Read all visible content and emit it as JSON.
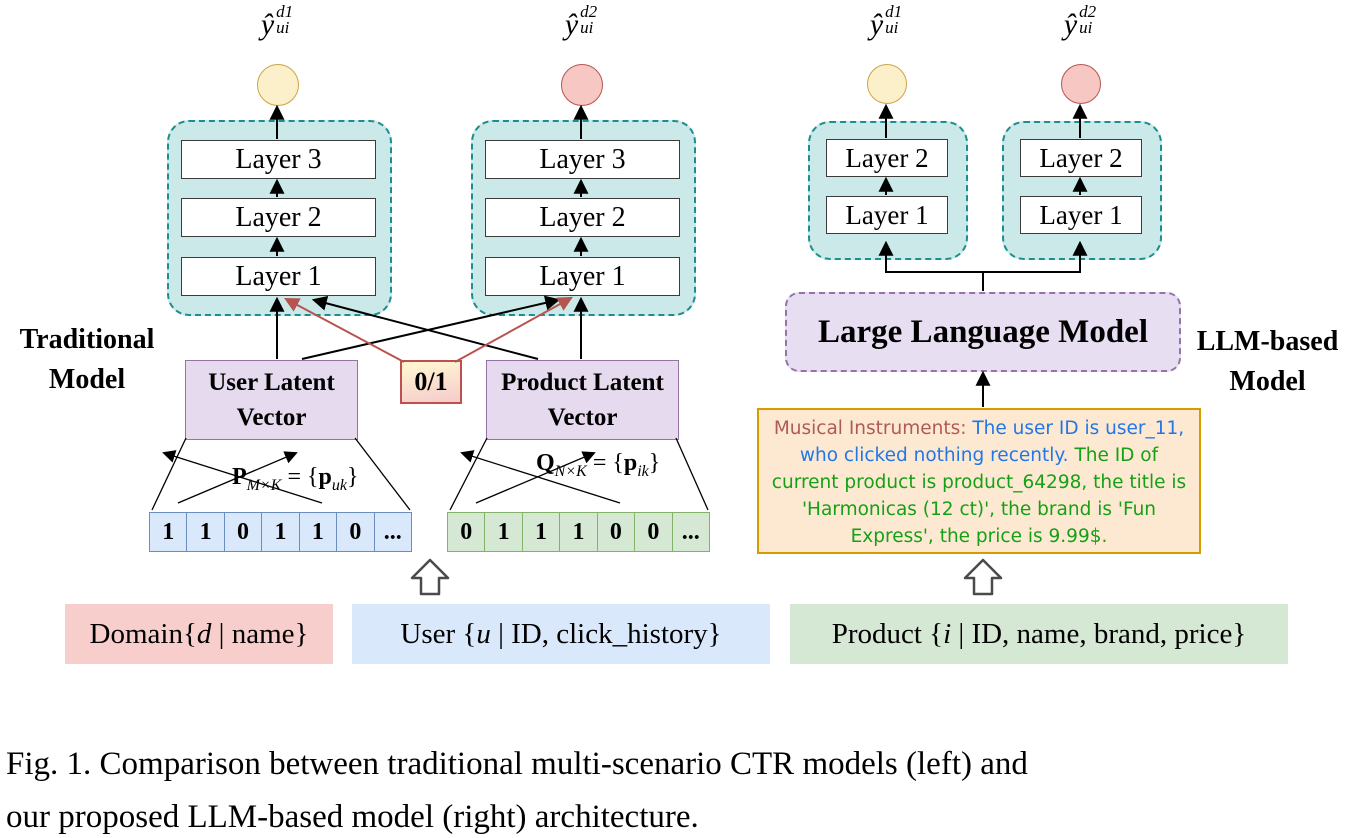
{
  "left_model": {
    "label": {
      "line1": "Traditional",
      "line2": "Model"
    },
    "outputs": [
      {
        "hat": "ŷ",
        "sup": "d1",
        "sub": "ui"
      },
      {
        "hat": "ŷ",
        "sup": "d2",
        "sub": "ui"
      }
    ],
    "towers": [
      {
        "layers": [
          "Layer 3",
          "Layer 2",
          "Layer 1"
        ]
      },
      {
        "layers": [
          "Layer 3",
          "Layer 2",
          "Layer 1"
        ]
      }
    ],
    "gate_label": "0/1",
    "user_latent": {
      "line1": "User Latent",
      "line2": "Vector"
    },
    "product_latent": {
      "line1": "Product Latent",
      "line2": "Vector"
    },
    "user_formula": {
      "matrix": "P",
      "matrix_sub": "M×K",
      "equals": " = {",
      "vector": "p",
      "vector_sub": "uk",
      "close": "}"
    },
    "product_formula": {
      "matrix": "Q",
      "matrix_sub": "N×K",
      "equals": " = {",
      "vector": "p",
      "vector_sub": "ik",
      "close": "}"
    },
    "user_vector_cells": [
      "1",
      "1",
      "0",
      "1",
      "1",
      "0",
      "..."
    ],
    "product_vector_cells": [
      "0",
      "1",
      "1",
      "1",
      "0",
      "0",
      "..."
    ]
  },
  "right_model": {
    "label": {
      "line1": "LLM-based",
      "line2": "Model"
    },
    "outputs": [
      {
        "hat": "ŷ",
        "sup": "d1",
        "sub": "ui"
      },
      {
        "hat": "ŷ",
        "sup": "d2",
        "sub": "ui"
      }
    ],
    "towers": [
      {
        "layers": [
          "Layer 2",
          "Layer 1"
        ]
      },
      {
        "layers": [
          "Layer 2",
          "Layer 1"
        ]
      }
    ],
    "llm_label": "Large Language Model",
    "prompt": {
      "domain_segment": "Musical Instruments",
      "separator": ": ",
      "user_segment": "The user ID is user_11, who clicked nothing recently. ",
      "product_segment": "The ID of current product is product_64298, the title is 'Harmonicas (12 ct)', the brand is 'Fun Express', the price is 9.99$."
    }
  },
  "inputs": {
    "domain": {
      "prefix": "Domain{",
      "variable": "d",
      "suffix": " | name}"
    },
    "user": {
      "prefix": "User {",
      "variable": "u",
      "suffix": " | ID, click_history}"
    },
    "product": {
      "prefix": "Product {",
      "variable": "i",
      "suffix": " | ID, name, brand, price}"
    }
  },
  "caption": {
    "line1": "Fig. 1.  Comparison between traditional multi-scenario CTR models (left) and",
    "line2": "our proposed LLM-based model (right) architecture."
  },
  "colors": {
    "tower_fill": "#cbe9e8",
    "tower_border": "#1b8f8f",
    "latent_fill": "#e6dbee",
    "latent_border": "#9673a6",
    "yellow_node": "#fbf0c9",
    "yellow_node_border": "#c9a545",
    "pink_node": "#f6c7c3",
    "pink_node_border": "#b85450",
    "gate_border": "#c0504d",
    "user_cells": "#dae8fc",
    "user_cells_border": "#6c8ebf",
    "product_cells": "#d5e8d4",
    "product_cells_border": "#82b366",
    "prompt_fill": "#fde9d2",
    "prompt_border": "#d79b00",
    "prompt_domain_text": "#b05a56",
    "prompt_user_text": "#2177e8",
    "prompt_product_text": "#15a015",
    "domain_box_fill": "#f8cecc",
    "user_box_fill": "#dae8fc",
    "product_box_fill": "#d5e8d4",
    "red_connector": "#b85450"
  }
}
